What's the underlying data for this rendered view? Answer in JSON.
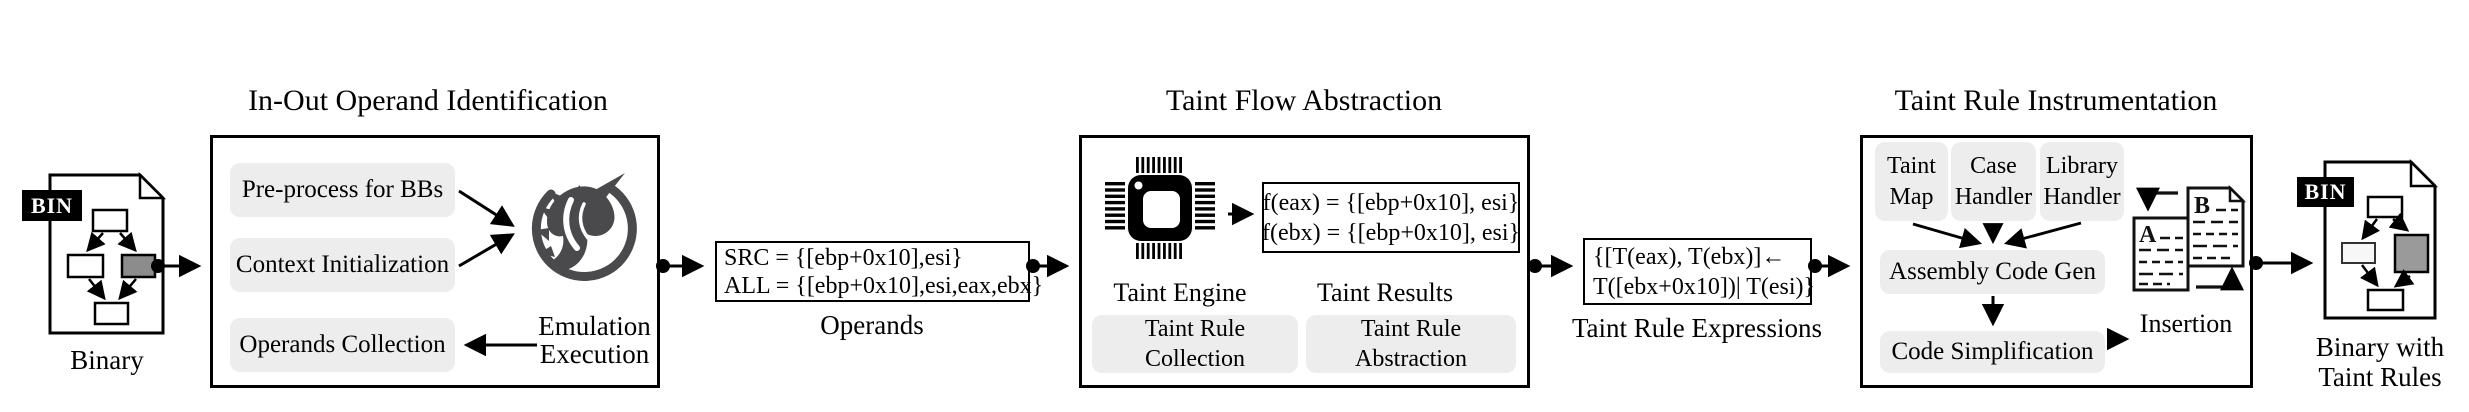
{
  "figure": {
    "input_binary": {
      "tab": "BIN",
      "label": "Binary"
    },
    "stage1": {
      "title": "In-Out Operand Identification",
      "steps": [
        "Pre-process for BBs",
        "Context Initialization",
        "Operands Collection"
      ],
      "engine": {
        "line1": "Emulation",
        "line2": "Execution"
      }
    },
    "operands": {
      "line1": "SRC = {[ebp+0x10],esi}",
      "line2": "ALL = {[ebp+0x10],esi,eax,ebx}",
      "label": "Operands"
    },
    "stage2": {
      "title": "Taint Flow Abstraction",
      "engine_label": "Taint Engine",
      "results": {
        "line1": "f(eax) = {[ebp+0x10], esi}",
        "line2": "f(ebx) = {[ebp+0x10], esi}",
        "label": "Taint Results"
      },
      "steps": [
        "Taint Rule Collection",
        "Taint Rule Abstraction"
      ]
    },
    "expressions": {
      "line1": "{[T(eax), T(ebx)]←",
      "line2": "T([ebx+0x10])| T(esi)}",
      "label": "Taint Rule Expressions"
    },
    "stage3": {
      "title": "Taint Rule Instrumentation",
      "inputs": [
        {
          "line1": "Taint",
          "line2": "Map"
        },
        {
          "line1": "Case",
          "line2": "Handler"
        },
        {
          "line1": "Library",
          "line2": "Handler"
        }
      ],
      "gen_step": "Assembly Code Gen",
      "simplify_step": "Code Simplification",
      "insertion": {
        "label": "Insertion",
        "doc_a": "A",
        "doc_b": "B"
      }
    },
    "output_binary": {
      "tab": "BIN",
      "label_line1": "Binary with",
      "label_line2": "Taint Rules"
    }
  },
  "colors": {
    "step_fill": "#ededed",
    "unicorn": "#4a4a4d",
    "cfg_node_gray": "#8c8c8c",
    "cfg_node_light": "#f7f7f7",
    "inserted_block_gray": "#9a9a9a"
  }
}
